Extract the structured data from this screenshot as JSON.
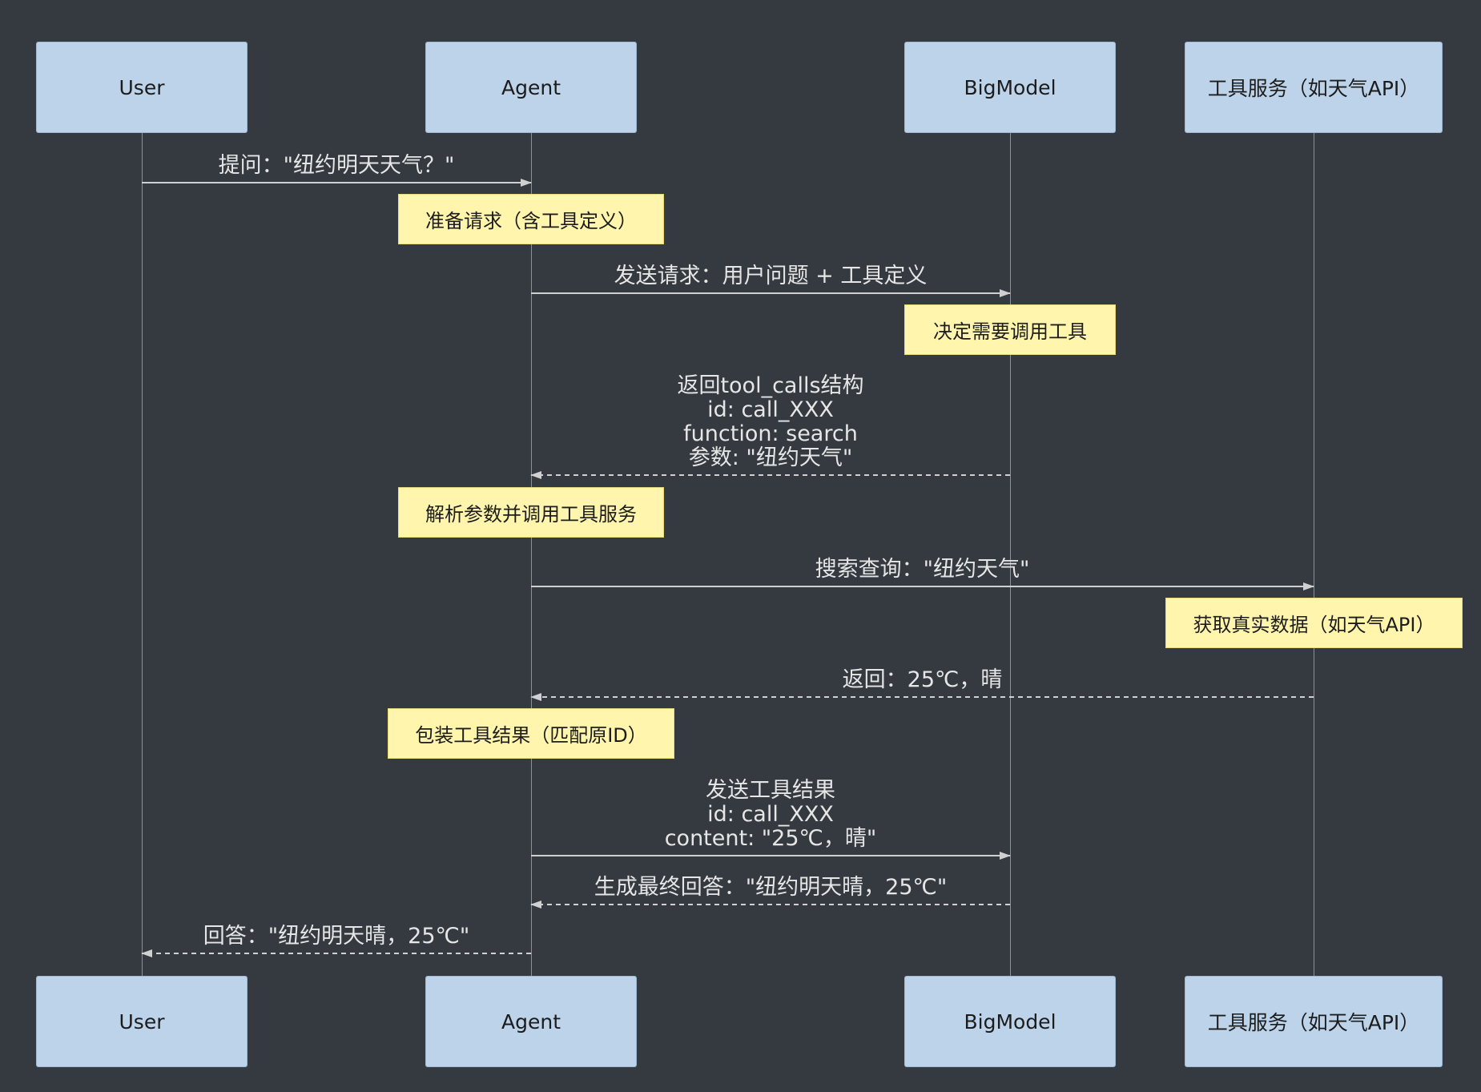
{
  "participants": {
    "user": "User",
    "agent": "Agent",
    "bigmodel": "BigModel",
    "tool": "工具服务（如天气API）"
  },
  "notes": {
    "prepare": "准备请求（含工具定义）",
    "decide": "决定需要调用工具",
    "parse": "解析参数并调用工具服务",
    "fetch": "获取真实数据（如天气API）",
    "wrap": "包装工具结果（匹配原ID）"
  },
  "messages": {
    "ask": [
      "提问：\"纽约明天天气？\""
    ],
    "send_request": [
      "发送请求：用户问题 + 工具定义"
    ],
    "return_tool_calls": [
      "返回tool_calls结构",
      "id: call_XXX",
      "function: search",
      "参数: \"纽约天气\""
    ],
    "search_query": [
      "搜索查询：\"纽约天气\""
    ],
    "tool_return": [
      "返回：25℃，晴"
    ],
    "send_tool_result": [
      "发送工具结果",
      "id: call_XXX",
      "content: \"25℃，晴\""
    ],
    "final_answer": [
      "生成最终回答：\"纽约明天晴，25℃\""
    ],
    "answer_user": [
      "回答：\"纽约明天晴，25℃\""
    ]
  },
  "colors": {
    "background": "#343a40",
    "actor_fill": "#bcd3ea",
    "note_fill": "#fff5ad",
    "line": "#d0d0d0"
  }
}
